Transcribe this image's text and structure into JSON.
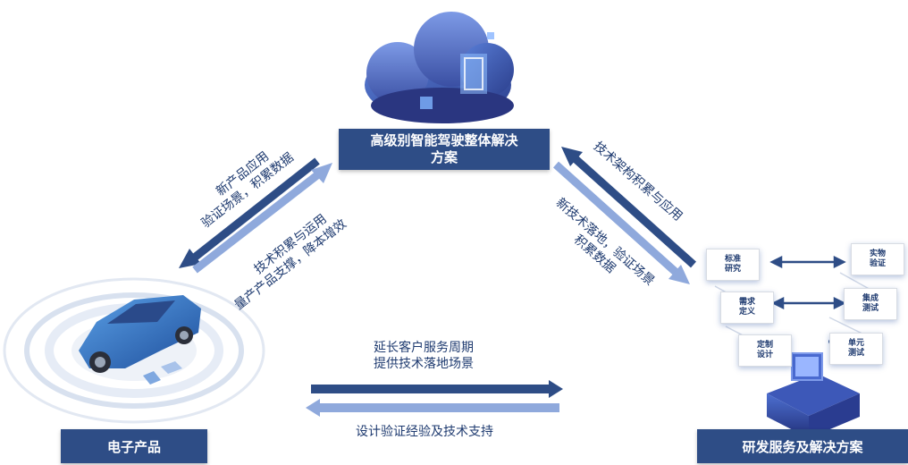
{
  "top_box": {
    "line1": "高级别智能驾驶整体解决",
    "line2": "方案"
  },
  "left_box": {
    "label": "电子产品"
  },
  "right_box": {
    "label": "研发服务及解决方案"
  },
  "left_upper_text": {
    "line1": "新产品应用",
    "line2": "验证场景，积累数据"
  },
  "left_lower_text": {
    "line1": "技术积累与运用",
    "line2": "量产产品支撑，降本增效"
  },
  "right_upper_text": {
    "line1": "技术架构积累与应用"
  },
  "right_lower_text": {
    "line1": "新技术落地，验证场景",
    "line2": "积累数据"
  },
  "bottom_upper_text": {
    "line1": "延长客户服务周期",
    "line2": "提供技术落地场景"
  },
  "bottom_lower_text": {
    "line1": "设计验证经验及技术支持"
  },
  "flow_nodes": [
    {
      "line1": "标准",
      "line2": "研究"
    },
    {
      "line1": "需求",
      "line2": "定义"
    },
    {
      "line1": "定制",
      "line2": "设计"
    },
    {
      "line1": "实物",
      "line2": "验证"
    },
    {
      "line1": "集成",
      "line2": "测试"
    },
    {
      "line1": "单元",
      "line2": "测试"
    }
  ],
  "colors": {
    "dark_blue": "#2e4d86",
    "light_blue": "#8fa9dc",
    "banner": "#2e4d86"
  }
}
